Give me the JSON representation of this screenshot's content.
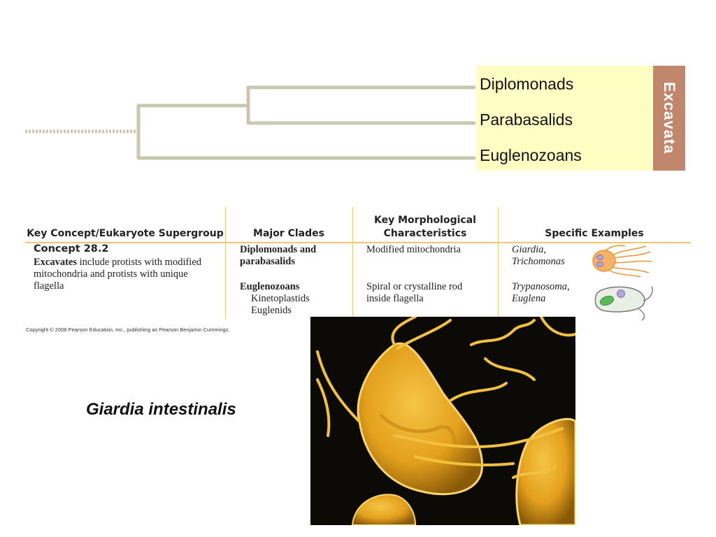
{
  "tree": {
    "clades": [
      "Diplomonads",
      "Parabasalids",
      "Euglenozoans"
    ],
    "group": "Excavata",
    "colors": {
      "branch": "#c8c8b0",
      "clade_box": "#ffffc4",
      "group_box": "#c0876c"
    }
  },
  "table": {
    "headers": {
      "col1": "Key Concept/Eukaryote Supergroup",
      "col2": "Major Clades",
      "col3": "Key Morphological Characteristics",
      "col4": "Specific Examples"
    },
    "concept": {
      "title": "Concept 28.2",
      "bold_word": "Excavates",
      "text": "include protists with modified mitochondria and protists with unique flagella"
    },
    "rows": [
      {
        "clade": "Diplomonads and parabasalids",
        "subclades": [],
        "characteristic": "Modified mitochondria",
        "examples": "Giardia, Trichomonas"
      },
      {
        "clade": "Euglenozoans",
        "subclades": [
          "Kinetoplastids",
          "Euglenids"
        ],
        "characteristic": "Spiral or crystalline rod inside flagella",
        "examples": "Trypanosoma, Euglena"
      }
    ],
    "colors": {
      "rule": "#f0c770"
    }
  },
  "copyright": "Copyright © 2008 Pearson Education, Inc., publishing as Pearson Benjamin Cummings.",
  "caption": "Giardia intestinalis",
  "micrograph": {
    "icon": "giardia-micrograph",
    "colors": {
      "cell": "#f0b020",
      "background": "#0b0a06"
    }
  }
}
